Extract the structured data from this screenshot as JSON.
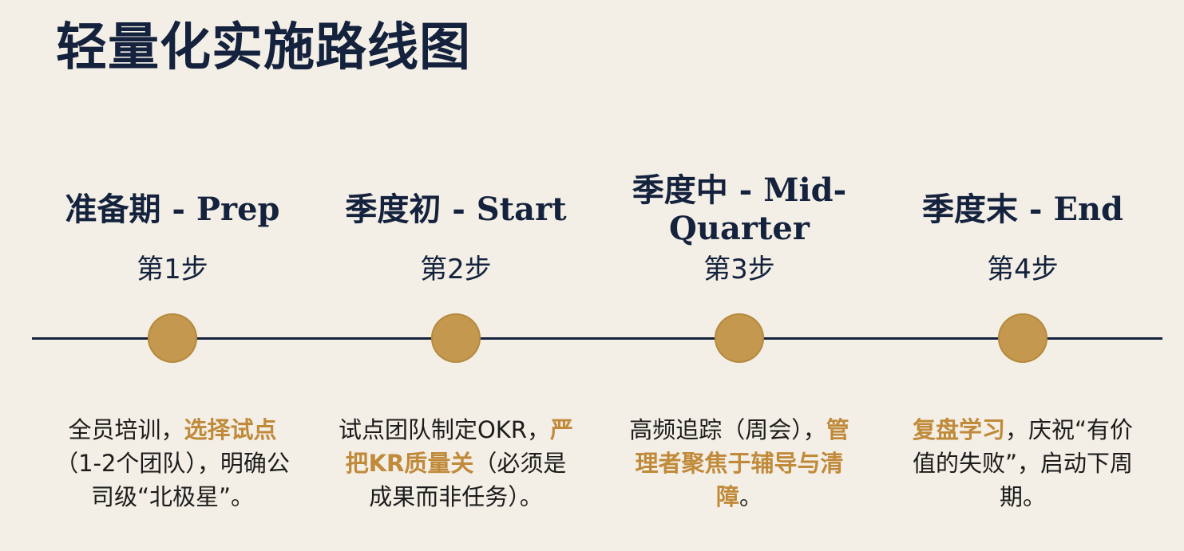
{
  "title": "轻量化实施路线图",
  "colors": {
    "background": "#f3efe6",
    "navy": "#14223d",
    "accent": "#c4994f",
    "highlight_text": "#c08a3a"
  },
  "stages": [
    {
      "name": "准备期 - Prep",
      "step": "第1步",
      "desc": [
        {
          "text": "全员培训，",
          "hl": false
        },
        {
          "text": "选择试点",
          "hl": true
        },
        {
          "text": "（1-2个团队），明确公司级“北极星”。",
          "hl": false
        }
      ]
    },
    {
      "name": "季度初 - Start",
      "step": "第2步",
      "desc": [
        {
          "text": "试点团队制定OKR，",
          "hl": false
        },
        {
          "text": "严把KR质量关",
          "hl": true
        },
        {
          "text": "（必须是成果而非任务）。",
          "hl": false
        }
      ]
    },
    {
      "name": "季度中 - Mid-Quarter",
      "step": "第3步",
      "desc": [
        {
          "text": "高频追踪（周会），",
          "hl": false
        },
        {
          "text": "管理者聚焦于辅导与清障",
          "hl": true
        },
        {
          "text": "。",
          "hl": false
        }
      ]
    },
    {
      "name": "季度末 - End",
      "step": "第4步",
      "desc": [
        {
          "text": "复盘学习",
          "hl": true
        },
        {
          "text": "，庆祝“有价值的失败”，启动下周期。",
          "hl": false
        }
      ]
    }
  ]
}
